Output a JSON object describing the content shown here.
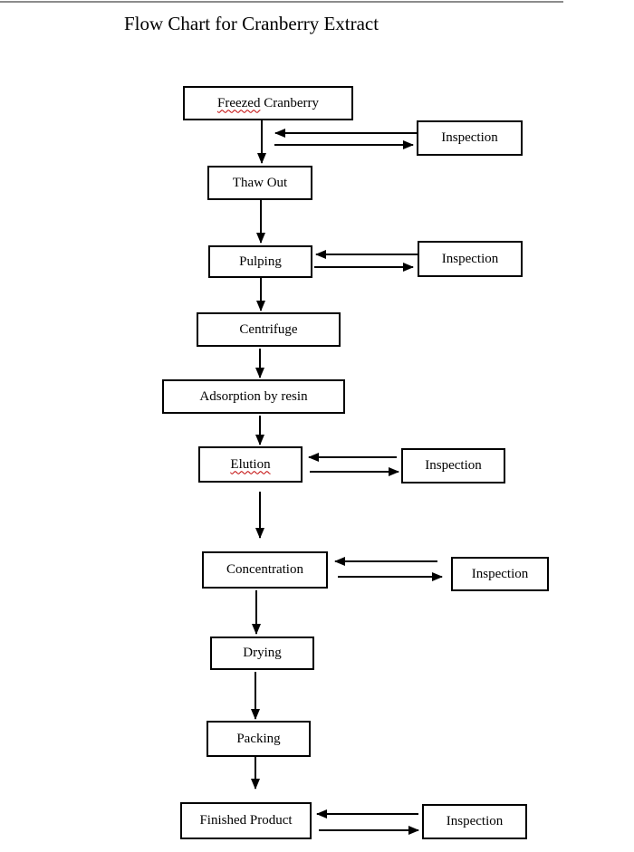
{
  "page": {
    "title": "Flow Chart for Cranberry Extract"
  },
  "flowchart": {
    "steps": {
      "freezed_cranberry": {
        "part1": "Freezed",
        "part2": "Cranberry",
        "part1_spellcheck_underline": true
      },
      "thaw_out": {
        "part1": "Thaw Out"
      },
      "pulping": {
        "part1": "Pulping"
      },
      "centrifuge": {
        "part1": "Centrifuge"
      },
      "adsorption_by_resin": {
        "part1": "Adsorption by resin"
      },
      "elution": {
        "part1": "Elution",
        "part1_spellcheck_underline": true
      },
      "concentration": {
        "part1": "Concentration"
      },
      "drying": {
        "part1": "Drying"
      },
      "packing": {
        "part1": "Packing"
      },
      "finished_product": {
        "part1": "Finished Product"
      }
    },
    "inspection_label": "Inspection",
    "edges": [
      {
        "from": "Freezed Cranberry",
        "to": "Thaw Out"
      },
      {
        "from": "Thaw Out",
        "to": "Pulping"
      },
      {
        "from": "Pulping",
        "to": "Centrifuge"
      },
      {
        "from": "Centrifuge",
        "to": "Adsorption by resin"
      },
      {
        "from": "Adsorption by resin",
        "to": "Elution"
      },
      {
        "from": "Elution",
        "to": "Concentration"
      },
      {
        "from": "Concentration",
        "to": "Drying"
      },
      {
        "from": "Drying",
        "to": "Packing"
      },
      {
        "from": "Packing",
        "to": "Finished Product"
      },
      {
        "from": "Freezed Cranberry",
        "to": "Inspection",
        "bidirectional": true
      },
      {
        "from": "Pulping",
        "to": "Inspection",
        "bidirectional": true
      },
      {
        "from": "Elution",
        "to": "Inspection",
        "bidirectional": true
      },
      {
        "from": "Concentration",
        "to": "Inspection",
        "bidirectional": true
      },
      {
        "from": "Finished Product",
        "to": "Inspection",
        "bidirectional": true
      }
    ]
  },
  "colors": {
    "box_border": "#000000",
    "arrow": "#000000",
    "text": "#000000",
    "spellcheck_underline": "#c00000",
    "top_rule": "#8c8c8c"
  }
}
